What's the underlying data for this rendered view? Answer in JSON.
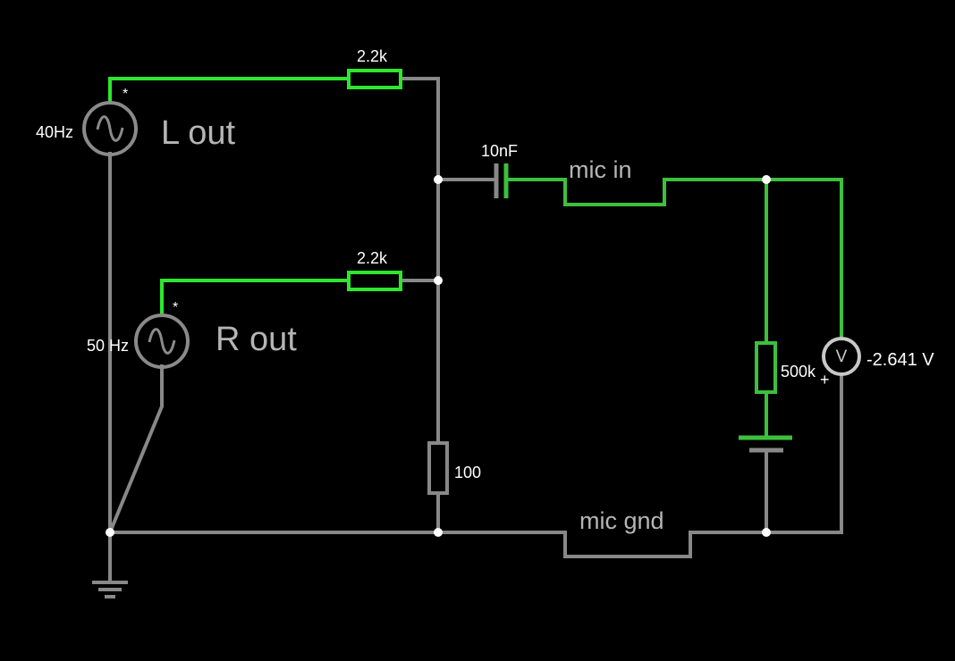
{
  "diagram": {
    "source_left": {
      "frequency": "40Hz",
      "marker": "*",
      "name": "L out"
    },
    "source_right": {
      "frequency": "50 Hz",
      "marker": "*",
      "name": "R out"
    },
    "resistor_top": "2.2k",
    "resistor_middle": "2.2k",
    "resistor_bottom": "100",
    "capacitor": "10nF",
    "label_mic_in": "mic in",
    "label_mic_gnd": "mic gnd",
    "resistor_load": "500k",
    "meter_symbol": "V",
    "meter_polarity": "+",
    "meter_reading": "-2.641 V",
    "colors": {
      "background": "#000000",
      "live_wire": "#2ee62e",
      "wire": "#888888",
      "text": "#ffffff",
      "label": "#b5b5b5"
    }
  }
}
